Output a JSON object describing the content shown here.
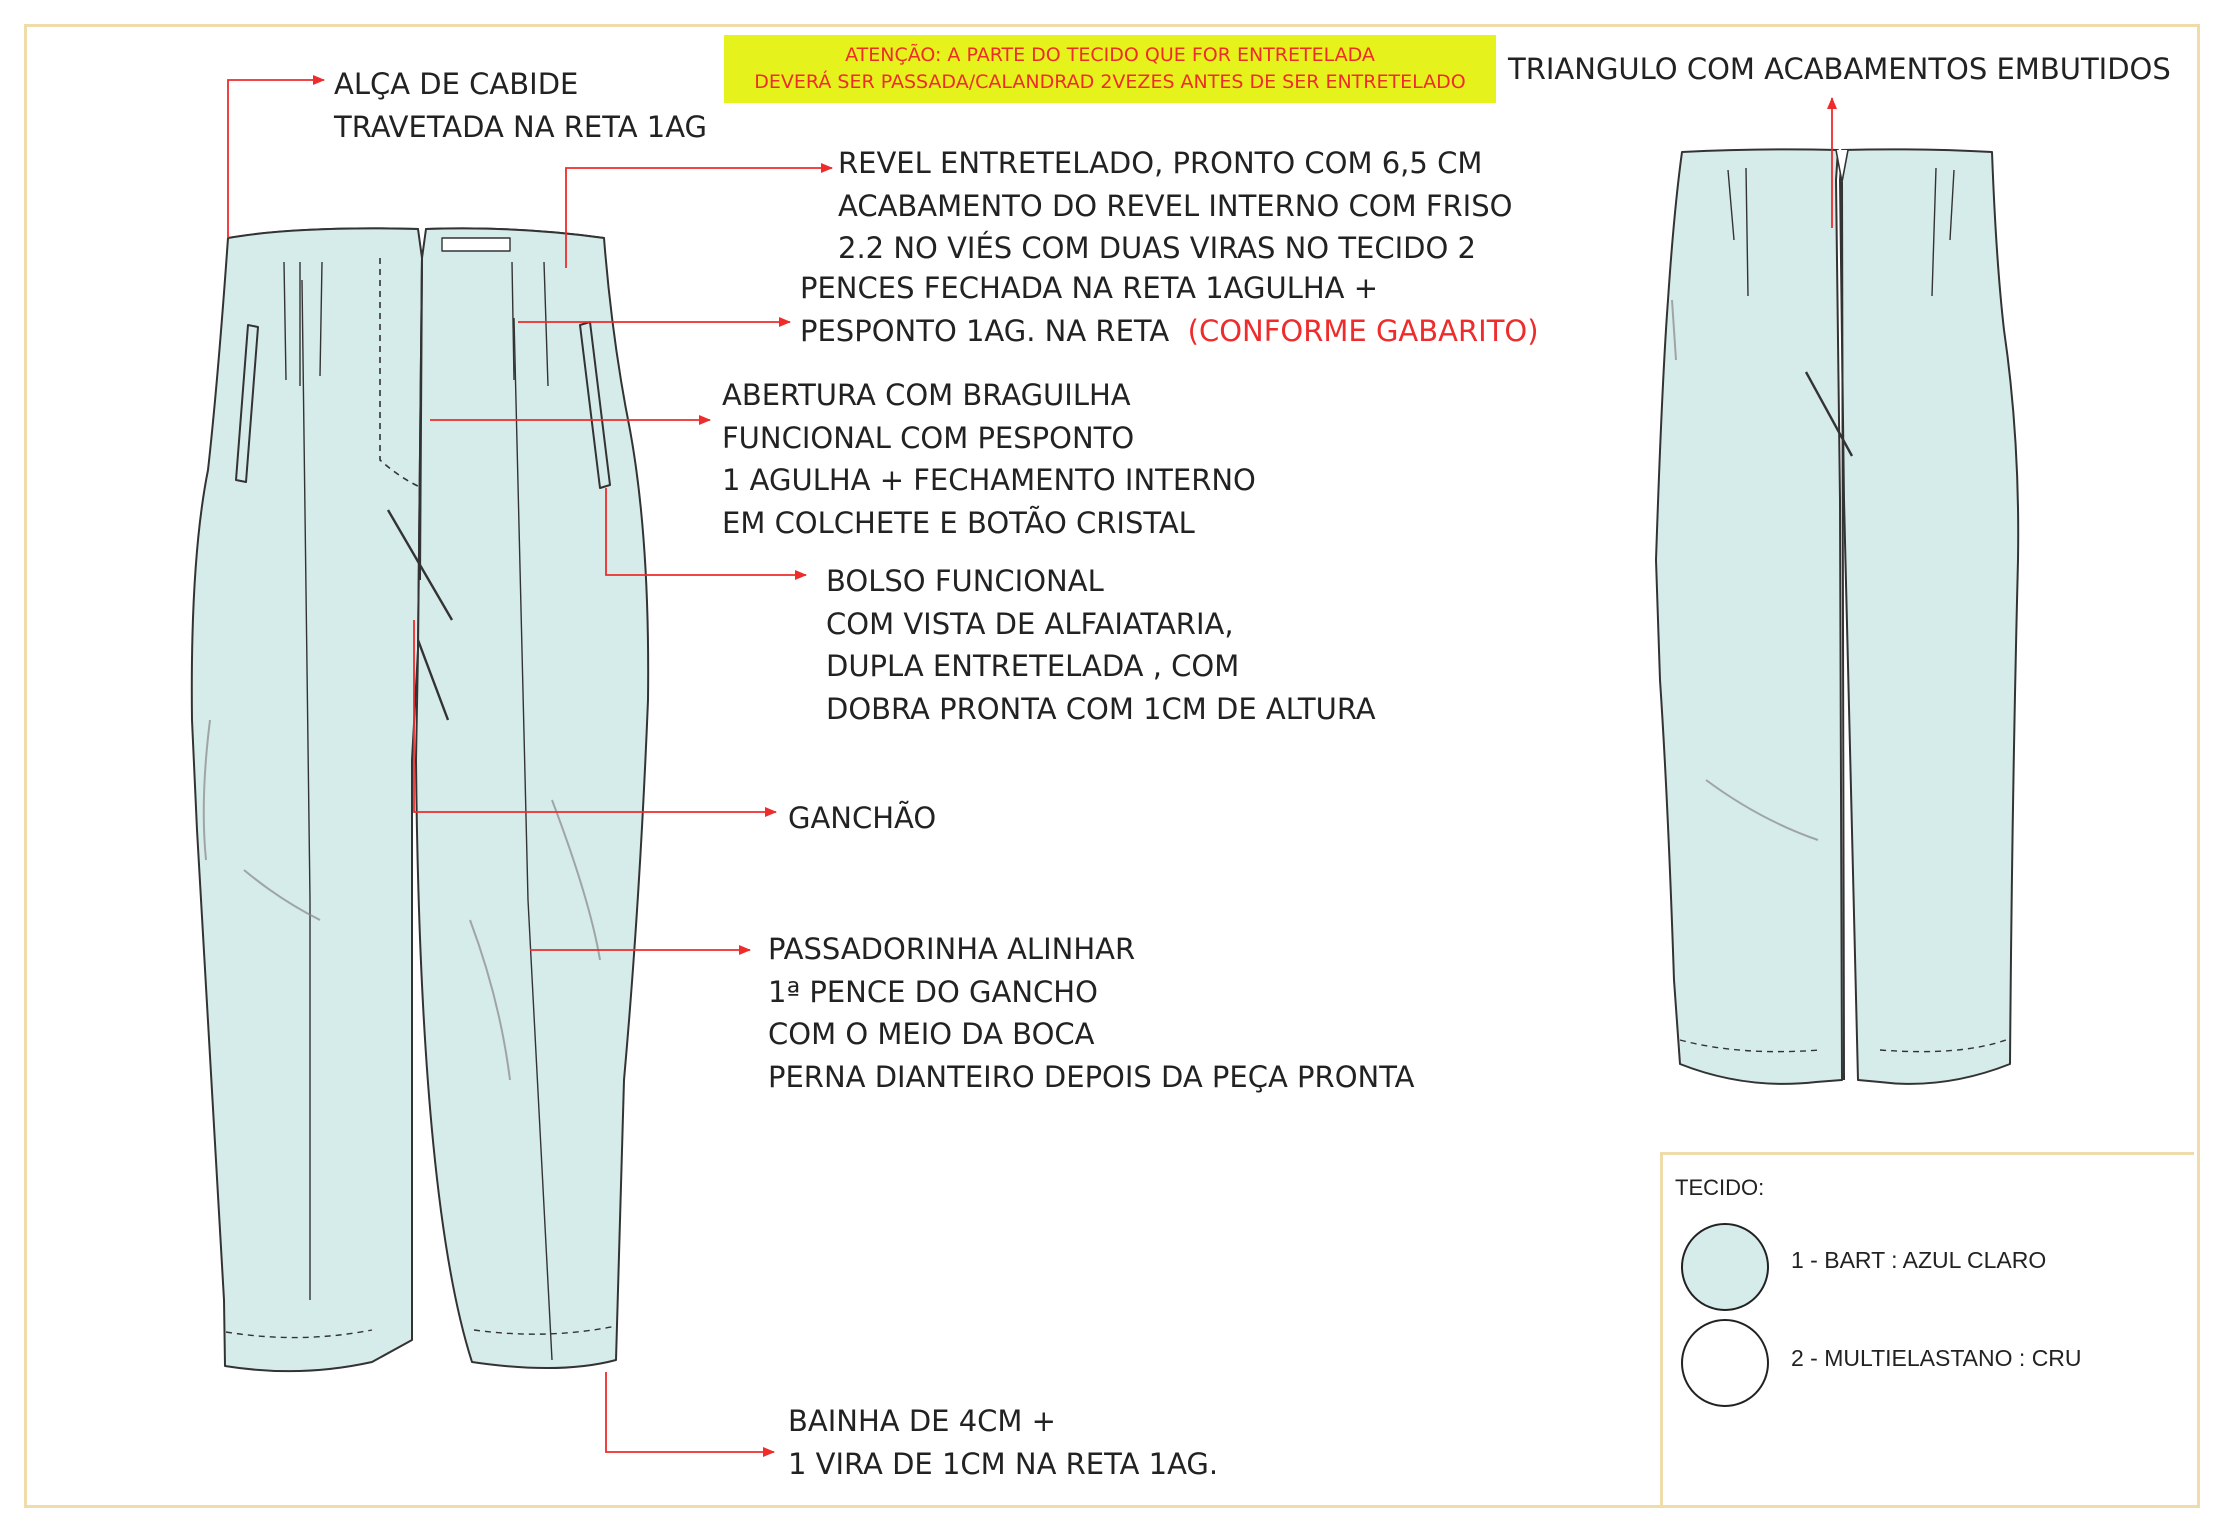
{
  "warning": {
    "line1": "ATENÇÃO: A PARTE DO TECIDO QUE FOR ENTRETELADA",
    "line2": "DEVERÁ SER PASSADA/CALANDRAD 2VEZES ANTES DE SER ENTRETELADO"
  },
  "annotations": {
    "hanger_loop": [
      "ALÇA DE CABIDE",
      "TRAVETADA NA RETA 1AG"
    ],
    "facing": [
      "REVEL ENTRETELADO, PRONTO COM 6,5 CM",
      "ACABAMENTO  DO REVEL INTERNO COM FRISO",
      "2.2 NO VIÉS COM DUAS VIRAS NO TECIDO 2"
    ],
    "pleats": [
      "PENCES FECHADA NA RETA 1AGULHA +",
      "PESPONTO 1AG. NA RETA"
    ],
    "pleats_note": "(CONFORME GABARITO)",
    "fly": [
      "ABERTURA COM BRAGUILHA",
      "FUNCIONAL COM  PESPONTO",
      "1 AGULHA + FECHAMENTO INTERNO",
      "EM COLCHETE E BOTÃO CRISTAL"
    ],
    "pocket": [
      "BOLSO FUNCIONAL",
      "COM VISTA DE ALFAIATARIA,",
      "DUPLA ENTRETELADA , COM",
      "DOBRA PRONTA COM 1CM DE ALTURA"
    ],
    "crotch": "GANCHÃO",
    "crease": [
      "PASSADORINHA ALINHAR",
      "1ª PENCE DO GANCHO",
      "COM O MEIO DA BOCA",
      "PERNA DIANTEIRO DEPOIS DA PEÇA PRONTA"
    ],
    "hem": [
      "BAINHA DE 4CM +",
      "1 VIRA DE 1CM NA RETA 1AG."
    ],
    "back_triangle": "TRIANGULO COM ACABAMENTOS EMBUTIDOS"
  },
  "legend": {
    "title": "TECIDO:",
    "items": [
      {
        "label": "1 - BART : AZUL CLARO",
        "color": "#d6ecea"
      },
      {
        "label": "2 - MULTIELASTANO : CRU",
        "color": "#ffffff"
      }
    ]
  },
  "colors": {
    "fabric": "#d6ecea",
    "leader": "#ee2c2c",
    "warning_bg": "#e6f21c",
    "frame": "#f0dcab"
  }
}
